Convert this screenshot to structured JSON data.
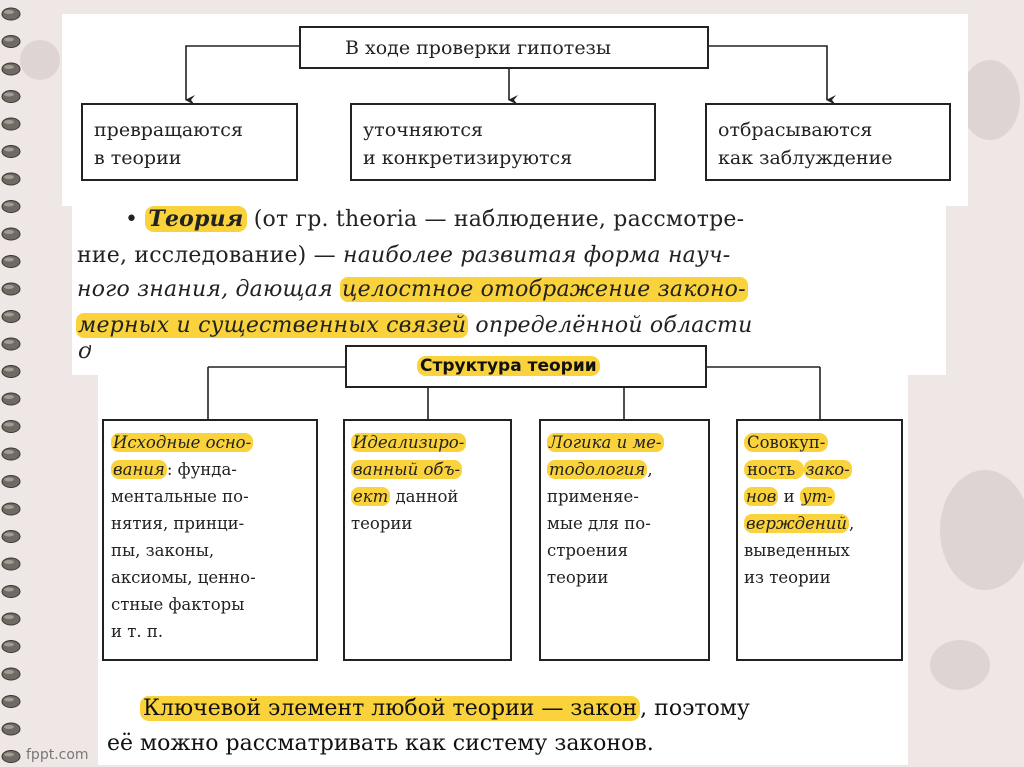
{
  "top_diagram": {
    "root": "В ходе проверки гипотезы",
    "left": [
      "превращаются",
      "в теории"
    ],
    "middle": [
      "уточняются",
      "и конкретизируются"
    ],
    "right": [
      "отбрасываются",
      "как заблуждение"
    ]
  },
  "definition": {
    "bullet": "•",
    "term": "Теория",
    "line1_rest": " (от гр. theoria — наблюдение, рассмотре-",
    "line2_plain": "ние, исследование) — ",
    "line2_italic": "наиболее развитая форма науч-",
    "line3_italic": "ного знания, дающая ",
    "line3_hl": "целостное отображение законо-",
    "line4_hl": "мерных и существенных связей",
    "line4_rest": " определённой области",
    "line5_fragment": "д"
  },
  "structure": {
    "title": "Структура теории",
    "col1": {
      "hl1": "Исходные осно-",
      "hl2": "вания",
      "after2": ": фунда-",
      "lines": [
        "ментальные по-",
        "нятия, принци-",
        "пы, законы,",
        "аксиомы, ценно-",
        "стные факторы",
        "и т. п."
      ]
    },
    "col2": {
      "hl1": "Идеализиро-",
      "hl2": "ванный объ-",
      "hl3": "ект",
      "after3": " данной",
      "lines": [
        "теории"
      ]
    },
    "col3": {
      "hl1": "Логика и ме-",
      "hl2": "тодология",
      "after2": ",",
      "lines": [
        "применяе-",
        "мые для по-",
        "строения",
        "теории"
      ]
    },
    "col4": {
      "hl1": "Совокуп-",
      "hl2": "ность зако-",
      "hl3a": "нов",
      "mid3": " и ",
      "hl3b": "ут-",
      "hl4": "верждений",
      "after4": ",",
      "lines": [
        "выведенных",
        "из теории"
      ]
    }
  },
  "conclusion": {
    "hl": "Ключевой элемент любой теории — закон",
    "line1_rest": ", поэтому",
    "line2": "её можно рассматривать как систему законов."
  },
  "watermark": "fppt.com"
}
